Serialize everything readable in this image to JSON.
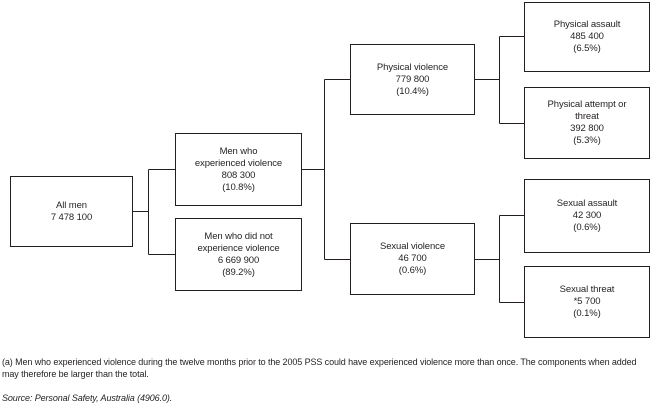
{
  "diagram": {
    "description": "Tree diagram of men's experience of violence, 2005 Personal Safety Survey",
    "nodes": {
      "all_men": {
        "lines": [
          "All men",
          "7 478 100"
        ]
      },
      "experienced_violence": {
        "lines": [
          "Men who",
          "experienced violence",
          "808 300",
          "(10.8%)"
        ]
      },
      "did_not_experience_violence": {
        "lines": [
          "Men who did not",
          "experience violence",
          "6 669 900",
          "(89.2%)"
        ]
      },
      "physical_violence": {
        "lines": [
          "Physical violence",
          "779 800",
          "(10.4%)"
        ]
      },
      "sexual_violence": {
        "lines": [
          "Sexual violence",
          "46 700",
          "(0.6%)"
        ]
      },
      "physical_assault": {
        "lines": [
          "Physical assault",
          "485 400",
          "(6.5%)"
        ]
      },
      "physical_attempt_or_threat": {
        "lines": [
          "Physical attempt or",
          "threat",
          "392 800",
          "(5.3%)"
        ]
      },
      "sexual_assault": {
        "lines": [
          "Sexual assault",
          "42 300",
          "(0.6%)"
        ]
      },
      "sexual_threat": {
        "lines": [
          "Sexual threat",
          "*5 700",
          "(0.1%)"
        ]
      }
    }
  },
  "notes": {
    "footnote": "(a) Men who experienced violence during the twelve months prior to the 2005 PSS could have experienced violence more than once. The components when added may therefore be larger than the total.",
    "source": "Source: Personal Safety, Australia (4906.0)."
  },
  "colors": {
    "line": "#231f20",
    "text": "#231f20",
    "background": "#ffffff"
  }
}
